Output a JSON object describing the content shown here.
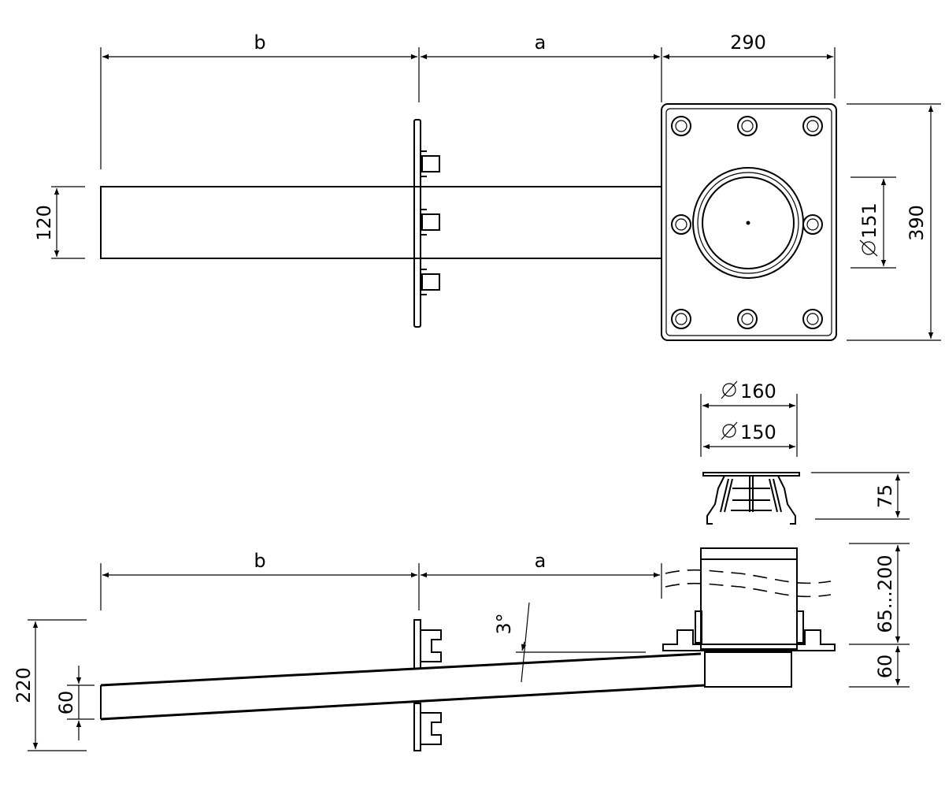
{
  "top_view": {
    "dim_b": "b",
    "dim_a": "a",
    "dim_width": "290",
    "dim_height": "390",
    "dim_pipe": "120",
    "dim_outlet": "151"
  },
  "side_view": {
    "dim_grate_outer": "160",
    "dim_grate_inner": "150",
    "dim_grate_height": "75",
    "dim_adjust": "65...200",
    "dim_base": "60",
    "dim_b": "b",
    "dim_a": "a",
    "dim_total_height": "220",
    "dim_pipe_height": "60",
    "dim_slope": "3°"
  },
  "colors": {
    "line": "#000000",
    "background": "#ffffff"
  }
}
